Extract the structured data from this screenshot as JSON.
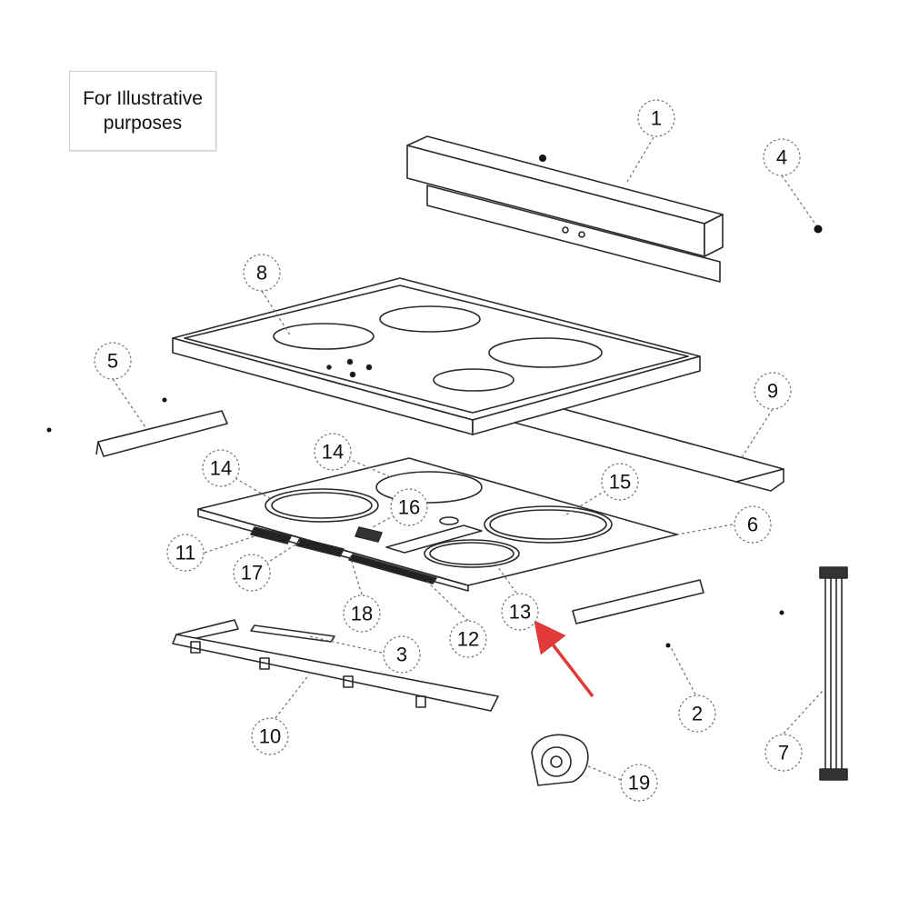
{
  "note": {
    "line1": "For Illustrative",
    "line2": "purposes"
  },
  "colors": {
    "line": "#2a2a2a",
    "callout_ring": "#6f6f6f",
    "pointer_arrow": "#e03a3a",
    "background": "#ffffff"
  },
  "callouts": [
    {
      "id": "1",
      "label": "1"
    },
    {
      "id": "2",
      "label": "2"
    },
    {
      "id": "3",
      "label": "3"
    },
    {
      "id": "4",
      "label": "4"
    },
    {
      "id": "5",
      "label": "5"
    },
    {
      "id": "6",
      "label": "6"
    },
    {
      "id": "7",
      "label": "7"
    },
    {
      "id": "8",
      "label": "8"
    },
    {
      "id": "9",
      "label": "9"
    },
    {
      "id": "10",
      "label": "10"
    },
    {
      "id": "11",
      "label": "11"
    },
    {
      "id": "12",
      "label": "12"
    },
    {
      "id": "13",
      "label": "13"
    },
    {
      "id": "14a",
      "label": "14"
    },
    {
      "id": "14b",
      "label": "14"
    },
    {
      "id": "15",
      "label": "15"
    },
    {
      "id": "16",
      "label": "16"
    },
    {
      "id": "17",
      "label": "17"
    },
    {
      "id": "18",
      "label": "18"
    },
    {
      "id": "19",
      "label": "19"
    }
  ],
  "highlighted_part": "13"
}
